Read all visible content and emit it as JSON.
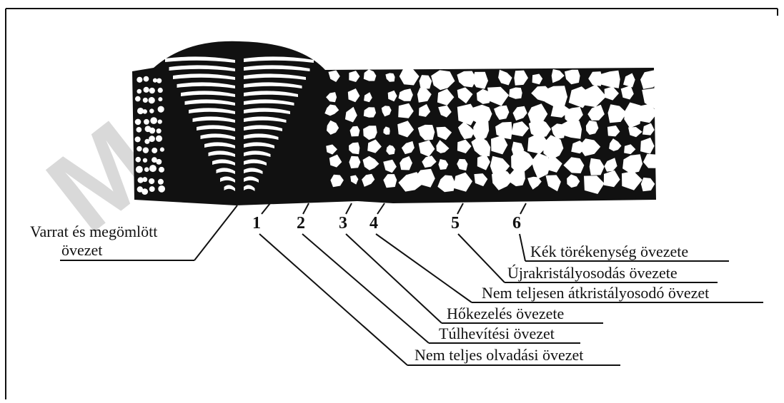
{
  "figure": {
    "watermark": "MJJ",
    "weld_label": {
      "line1": "Varrat és megömlött",
      "line2": "övezet"
    },
    "zones": [
      {
        "number": "1",
        "label": "Nem teljes olvadási övezet"
      },
      {
        "number": "2",
        "label": "Túlhevítési övezet"
      },
      {
        "number": "3",
        "label": "Hőkezelés övezete"
      },
      {
        "number": "4",
        "label": "Nem teljesen átkristályosodó övezet"
      },
      {
        "number": "5",
        "label": "Újrakristályosodás övezete"
      },
      {
        "number": "6",
        "label": "Kék törékenység övezete"
      }
    ],
    "colors": {
      "ink": "#111111",
      "grain": "#ffffff",
      "watermark": "#d9d9d9"
    }
  }
}
